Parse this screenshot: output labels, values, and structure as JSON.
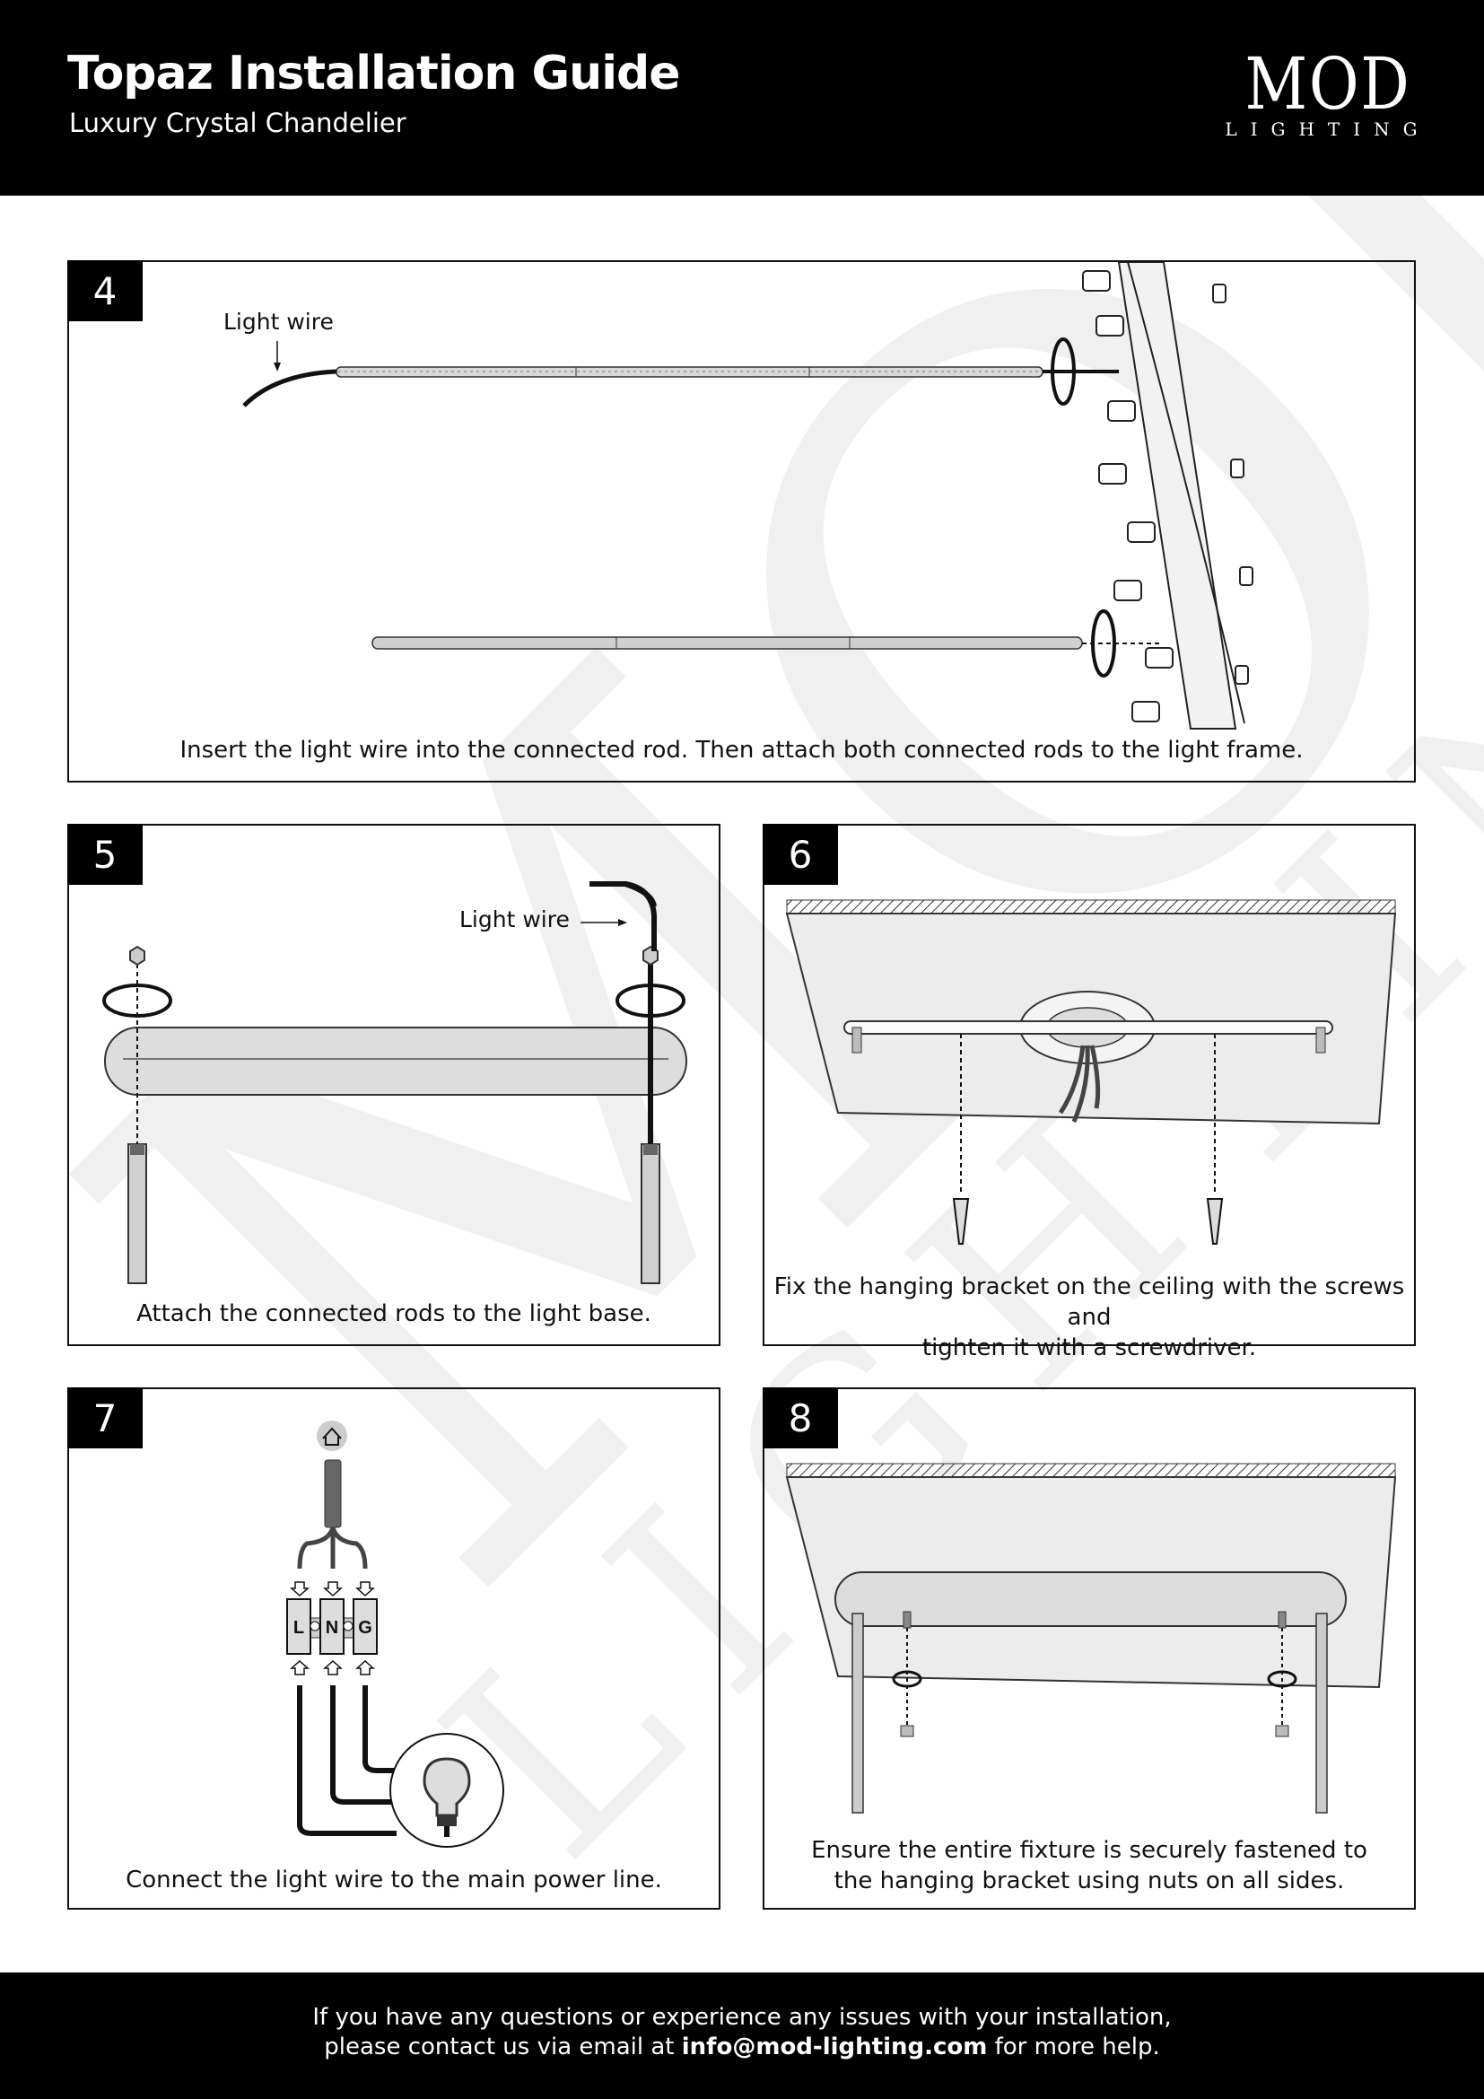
{
  "header": {
    "title": "Topaz Installation Guide",
    "subtitle": "Luxury Crystal Chandelier",
    "logo": {
      "main": "MOD",
      "sub": "LIGHTING"
    }
  },
  "watermark": {
    "main": "MOD",
    "sub": "LIGHTING"
  },
  "steps": [
    {
      "number": "4",
      "label": "Light wire",
      "caption": "Insert the light wire into the connected rod. Then attach both connected rods to the light frame."
    },
    {
      "number": "5",
      "label": "Light wire",
      "caption": "Attach the connected rods to the light base."
    },
    {
      "number": "6",
      "caption_line1": "Fix the hanging bracket on the ceiling with the screws and",
      "caption_line2": "tighten it with a screwdriver."
    },
    {
      "number": "7",
      "terminals": [
        "L",
        "N",
        "G"
      ],
      "caption": "Connect the light wire to the main power line."
    },
    {
      "number": "8",
      "caption_line1": "Ensure the entire fixture is securely fastened to",
      "caption_line2": "the hanging bracket using nuts on all sides."
    }
  ],
  "footer": {
    "line1": "If you have any questions or experience any issues with your installation,",
    "line2_prefix": "please contact us via email at",
    "email": "info@mod-lighting.com",
    "line2_suffix": "for more help."
  }
}
